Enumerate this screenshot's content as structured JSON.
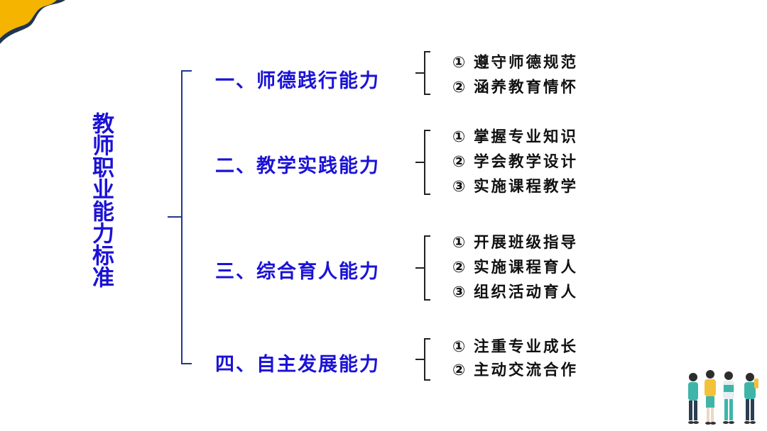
{
  "root": {
    "title": "教师职业能力标准"
  },
  "categories": [
    {
      "label": "一、师德践行能力",
      "items": [
        {
          "num": "①",
          "text": "遵守师德规范"
        },
        {
          "num": "②",
          "text": "涵养教育情怀"
        }
      ]
    },
    {
      "label": "二、教学实践能力",
      "items": [
        {
          "num": "①",
          "text": "掌握专业知识"
        },
        {
          "num": "②",
          "text": "学会教学设计"
        },
        {
          "num": "③",
          "text": "实施课程教学"
        }
      ]
    },
    {
      "label": "三、综合育人能力",
      "items": [
        {
          "num": "①",
          "text": "开展班级指导"
        },
        {
          "num": "②",
          "text": "实施课程育人"
        },
        {
          "num": "③",
          "text": "组织活动育人"
        }
      ]
    },
    {
      "label": "四、自主发展能力",
      "items": [
        {
          "num": "①",
          "text": "注重专业成长"
        },
        {
          "num": "②",
          "text": "主动交流合作"
        }
      ]
    }
  ],
  "colors": {
    "title_blue": "#1b12d6",
    "corner_yellow": "#f5b400",
    "corner_navy": "#1f3550",
    "bracket_navy": "#1f3a8a",
    "item_text": "#111111"
  }
}
